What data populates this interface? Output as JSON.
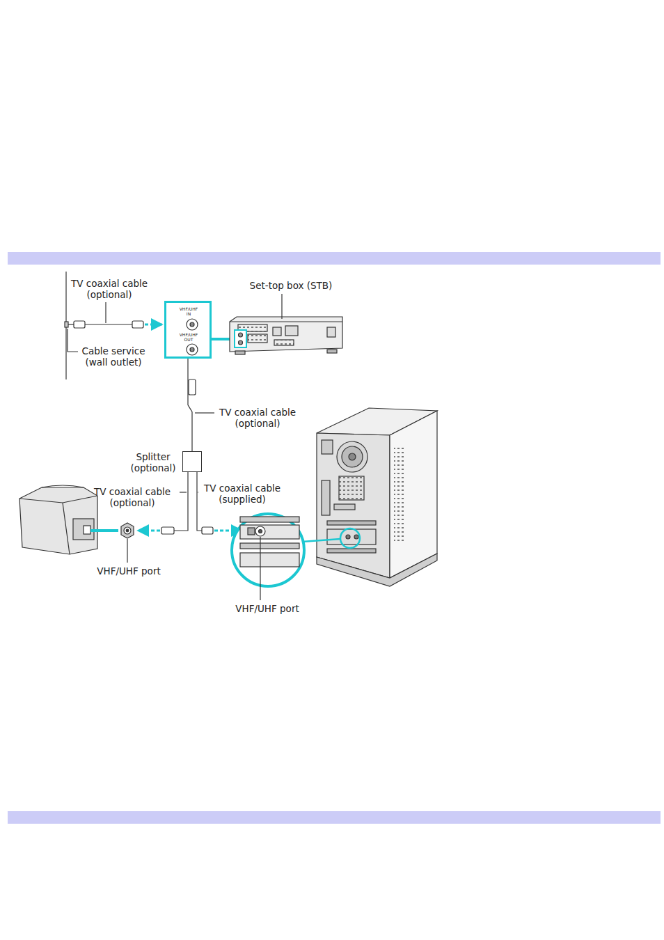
{
  "diagram": {
    "nodes": [
      {
        "text": [
          "VHF/UHF IN",
          "VHF/UHF OUT"
        ]
      },
      {
        "text": [
          "Splitter (optional)"
        ]
      }
    ],
    "edges": [
      {
        "from": 0,
        "to": 1,
        "arrow": "none"
      }
    ],
    "labels": [
      "TV coaxial cable (optional)",
      "Set-top box (STB)",
      "Cable service (wall outlet)",
      "TV coaxial cable (optional)",
      "TV coaxial cable (optional)",
      "TV coaxial cable (supplied)",
      "VHF/UHF port",
      "VHF/UHF port"
    ]
  }
}
